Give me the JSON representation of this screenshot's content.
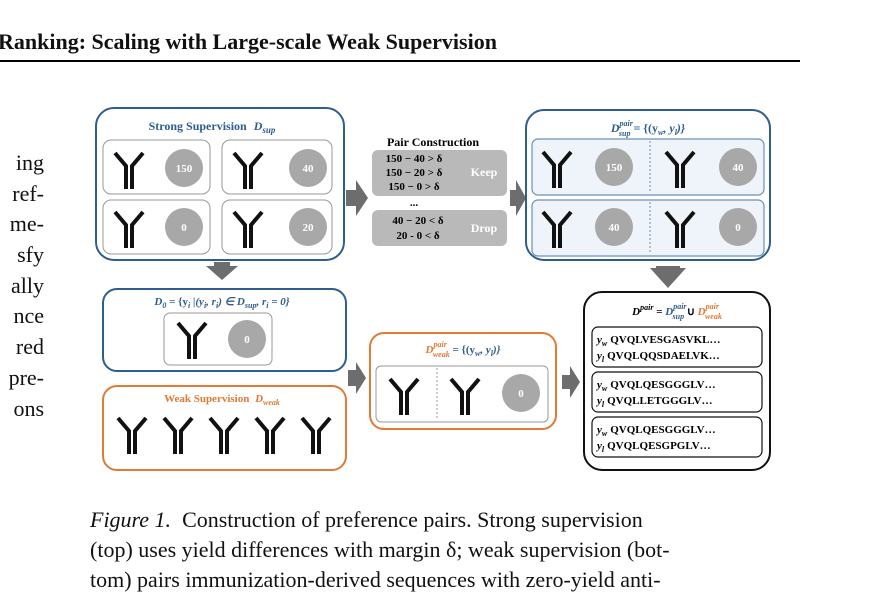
{
  "header": {
    "title": "Ranking: Scaling with Large-scale Weak Supervision"
  },
  "side_text": [
    "ing",
    "ref-",
    "me-",
    "sfy",
    "ally",
    "nce",
    "red",
    "pre-",
    "ons"
  ],
  "diagram": {
    "strong_title": "Strong Supervision",
    "strong_sub": "sup",
    "strong_values": [
      "150",
      "40",
      "0",
      "20"
    ],
    "pair_construction_title": "Pair Construction",
    "keep_lines": [
      "150 − 40 > δ",
      "150 − 20 > δ",
      "150 − 0 > δ",
      "..."
    ],
    "drop_lines": [
      "40 − 20 < δ",
      "20 - 0 < δ"
    ],
    "keep_label": "Keep",
    "drop_label": "Drop",
    "pair_sup_label": "D",
    "pair_sup_sup": "pair",
    "pair_sup_sub": "sup",
    "pair_sup_eq": " = {(y",
    "pair_sup_values": [
      "150",
      "40",
      "40",
      "0"
    ],
    "d0_label": "D",
    "d0_sub": "0",
    "d0_formula": " = {y",
    "d0_value": "0",
    "weak_title": "Weak Supervision",
    "weak_sub": "weak",
    "pair_weak_value": "0",
    "union_label": "D",
    "union_sup": "pair",
    "sequences": [
      {
        "w": "QVQLVESGASVKL…",
        "l": "QVQLQQSDAELVK…"
      },
      {
        "w": "QVQLQESGGGLV…",
        "l": "QVQLLETGGGLV…"
      },
      {
        "w": "QVQLQESGGGLV…",
        "l": "QVQLQESGPGLV…"
      }
    ],
    "colors": {
      "strong_blue": "#2e5e8e",
      "weak_orange": "#e07a35",
      "gray_box": "#b9b9b9",
      "circle_gray": "#a8a8a8"
    }
  },
  "caption": {
    "label": "Figure 1.",
    "line1": "Construction of preference pairs. Strong supervision",
    "line2": "(top) uses yield differences with margin δ; weak supervision (bot-",
    "line3": "tom) pairs immunization-derived sequences with zero-yield anti-"
  }
}
